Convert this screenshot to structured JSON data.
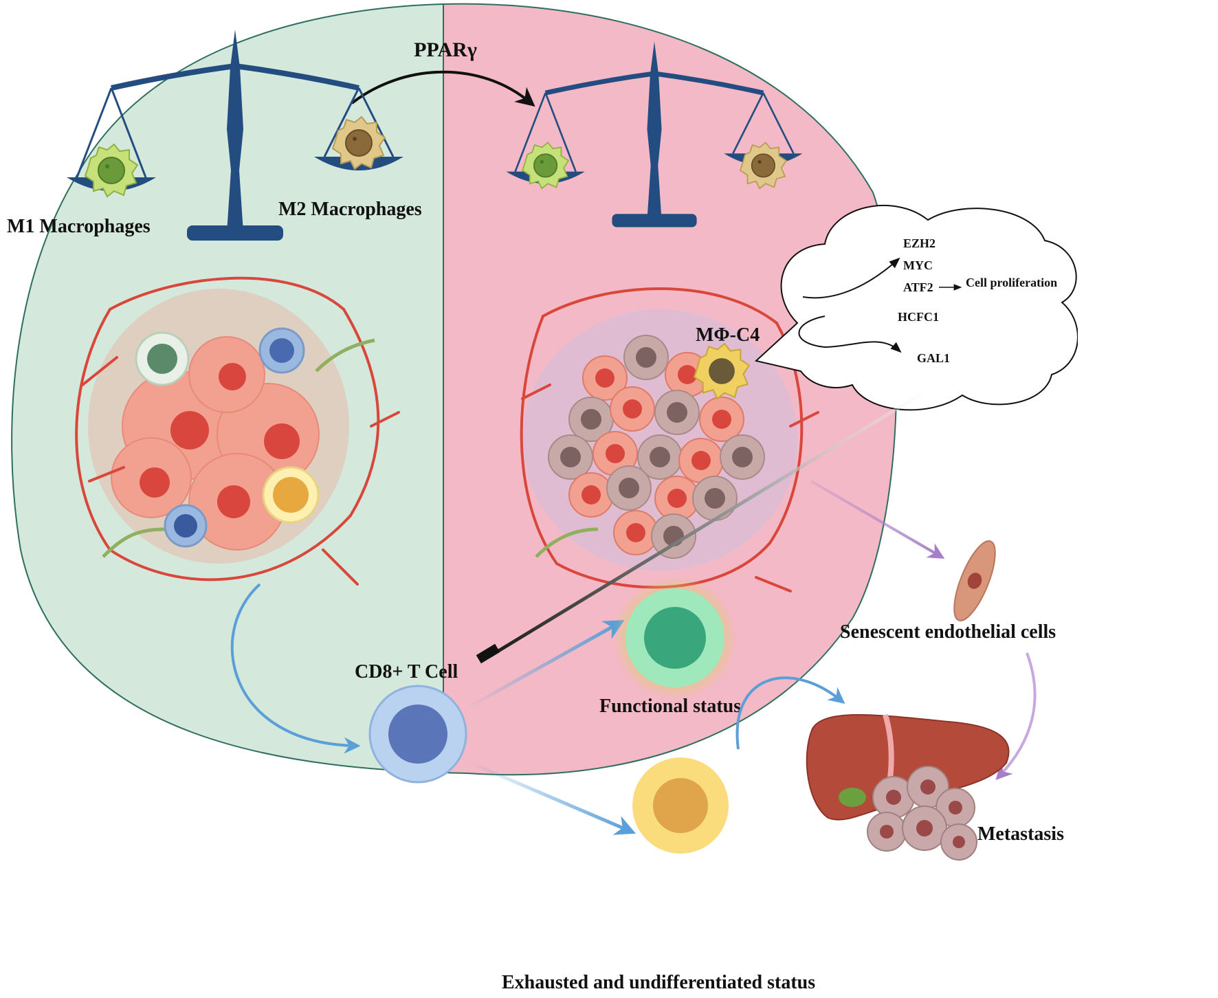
{
  "labels": {
    "ppar": "PPARγ",
    "m1": "M1 Macrophages",
    "m2": "M2 Macrophages",
    "mphi_c4": "MΦ-C4",
    "cd8": "CD8+ T Cell",
    "functional": "Functional status",
    "exhausted": "Exhausted and undifferentiated status",
    "senescent": "Senescent endothelial cells",
    "metastasis": "Metastasis"
  },
  "cloud": {
    "genes": [
      "EZH2",
      "MYC",
      "ATF2",
      "HCFC1",
      "GAL1"
    ],
    "result": "Cell proliferation"
  },
  "colors": {
    "left_panel": "#d4e8dc",
    "right_panel": "#f4b9c6",
    "outline": "#2d6e5f",
    "scale": "#234d80",
    "vessel": "#d9473b",
    "tumor_cell": "#f2a090",
    "arrow_blue": "#5b9fd8",
    "arrow_purple": "#a77fc8"
  },
  "icons": [
    "balance-scale-icon",
    "macrophage-icon",
    "tumor-cell-icon",
    "t-cell-icon",
    "liver-icon",
    "endothelial-cell-icon"
  ]
}
